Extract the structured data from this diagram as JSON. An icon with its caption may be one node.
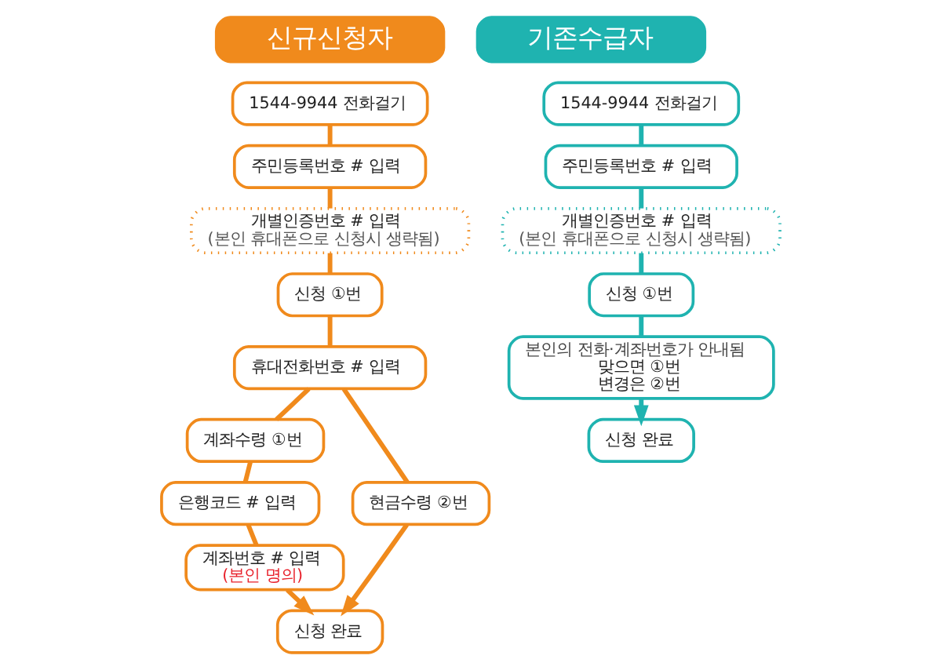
{
  "diagram": {
    "nodes": [
      {
        "text": [
          "신규신청자"
        ]
      },
      {
        "text": [
          "1544-9944 전화걸기"
        ]
      },
      {
        "text": [
          "주민등록번호 # 입력"
        ]
      },
      {
        "text": [
          "개별인증번호 # 입력",
          "(본인 휴대폰으로 신청시 생략됨)"
        ]
      },
      {
        "text": [
          "신청 ①번"
        ]
      },
      {
        "text": [
          "휴대전화번호 # 입력"
        ]
      },
      {
        "text": [
          "계좌수령 ①번"
        ]
      },
      {
        "text": [
          "현금수령 ②번"
        ]
      },
      {
        "text": [
          "은행코드 # 입력"
        ]
      },
      {
        "text": [
          "계좌번호 # 입력",
          "(본인 명의)"
        ]
      },
      {
        "text": [
          "신청 완료"
        ]
      },
      {
        "text": [
          "기존수급자"
        ]
      },
      {
        "text": [
          "1544-9944 전화걸기"
        ]
      },
      {
        "text": [
          "주민등록번호 # 입력"
        ]
      },
      {
        "text": [
          "개별인증번호 # 입력",
          "(본인 휴대폰으로 신청시 생략됨)"
        ]
      },
      {
        "text": [
          "신청 ①번"
        ]
      },
      {
        "text": [
          "본인의 전화·계좌번호가 안내됨",
          "맞으면 ①번",
          "변경은 ②번"
        ]
      },
      {
        "text": [
          "신청 완료"
        ]
      }
    ],
    "edges": [
      {
        "from": 1,
        "to": 2,
        "arrow": "none"
      },
      {
        "from": 2,
        "to": 3,
        "arrow": "none"
      },
      {
        "from": 3,
        "to": 4,
        "arrow": "none"
      },
      {
        "from": 4,
        "to": 5,
        "arrow": "none"
      },
      {
        "from": 5,
        "to": 6,
        "arrow": "none"
      },
      {
        "from": 5,
        "to": 7,
        "arrow": "none"
      },
      {
        "from": 6,
        "to": 8,
        "arrow": "none"
      },
      {
        "from": 8,
        "to": 9,
        "arrow": "none"
      },
      {
        "from": 7,
        "to": 10,
        "arrow": "to"
      },
      {
        "from": 9,
        "to": 10,
        "arrow": "to"
      },
      {
        "from": 12,
        "to": 13,
        "arrow": "none",
        "color": "#1fb3b0"
      },
      {
        "from": 13,
        "to": 14,
        "arrow": "none",
        "color": "#1fb3b0"
      },
      {
        "from": 14,
        "to": 15,
        "arrow": "none",
        "color": "#1fb3b0"
      },
      {
        "from": 15,
        "to": 16,
        "arrow": "none",
        "color": "#1fb3b0"
      },
      {
        "from": 16,
        "to": 17,
        "arrow": "to",
        "color": "#1fb3b0"
      }
    ]
  }
}
